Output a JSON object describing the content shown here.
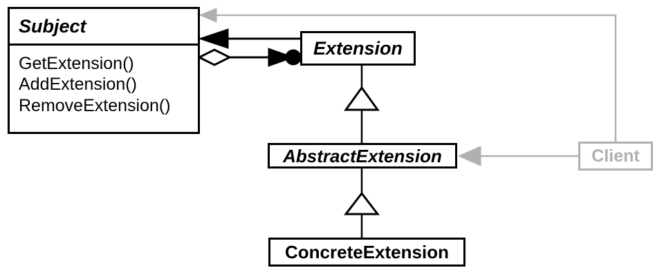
{
  "diagram": {
    "kind": "uml-class-diagram",
    "title": "Extension Objects pattern structure",
    "colors": {
      "line": "#000000",
      "fill": "#ffffff",
      "muted": "#b0b0b0"
    }
  },
  "classes": {
    "subject": {
      "name": "Subject",
      "stereotype": "abstract",
      "operations": [
        "GetExtension()",
        "AddExtension()",
        "RemoveExtension()"
      ]
    },
    "extension": {
      "name": "Extension",
      "stereotype": "abstract"
    },
    "abstract_extension": {
      "name": "AbstractExtension",
      "stereotype": "abstract"
    },
    "concrete_extension": {
      "name": "ConcreteExtension",
      "stereotype": "concrete"
    },
    "client": {
      "name": "Client",
      "stereotype": "context",
      "color": "#b0b0b0"
    }
  },
  "relationships": [
    {
      "id": "extension-to-subject",
      "from": "extension",
      "to": "subject",
      "type": "association",
      "end_marker": "filled-arrow",
      "color": "#000000"
    },
    {
      "id": "subject-aggregates-extension",
      "from": "subject",
      "to": "extension",
      "type": "aggregation",
      "start_marker": "hollow-diamond",
      "end_marker": "filled-arrow-with-dot",
      "color": "#000000"
    },
    {
      "id": "abstractextension-generalizes-extension",
      "from": "abstract_extension",
      "to": "extension",
      "type": "generalization",
      "end_marker": "hollow-triangle",
      "color": "#000000"
    },
    {
      "id": "concreteextension-generalizes-abstractextension",
      "from": "concrete_extension",
      "to": "abstract_extension",
      "type": "generalization",
      "end_marker": "hollow-triangle",
      "color": "#000000"
    },
    {
      "id": "client-uses-subject",
      "from": "client",
      "to": "subject",
      "type": "dependency",
      "end_marker": "filled-arrow",
      "color": "#b0b0b0"
    },
    {
      "id": "client-uses-abstractextension",
      "from": "client",
      "to": "abstract_extension",
      "type": "dependency",
      "end_marker": "filled-arrow",
      "color": "#b0b0b0"
    }
  ]
}
